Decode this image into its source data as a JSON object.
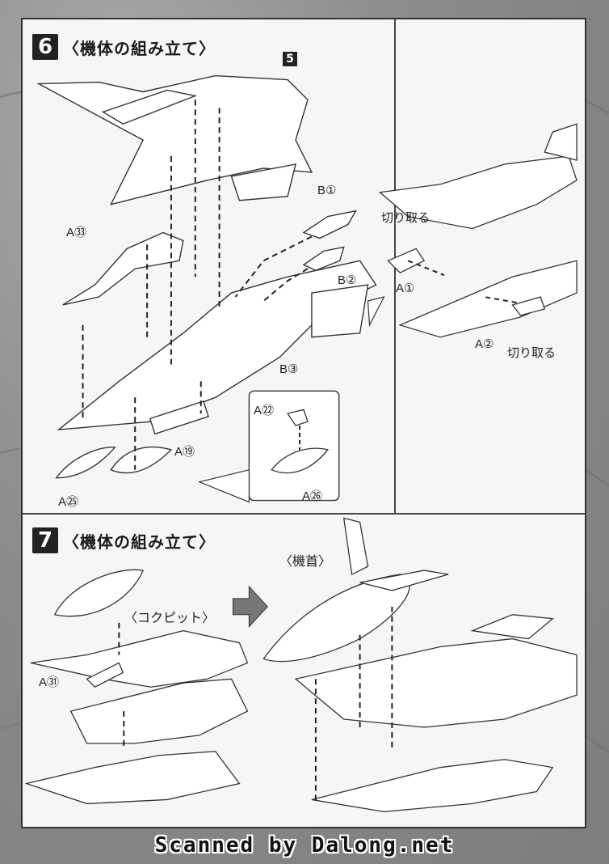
{
  "step6": {
    "number": "6",
    "title": "〈機体の組み立て〉"
  },
  "step7": {
    "number": "7",
    "title": "〈機体の組み立て〉"
  },
  "part_ref_5": "5",
  "labels6": {
    "b1": "B①",
    "b2": "B②",
    "b3": "B③",
    "a33": "A㉝",
    "a19": "A⑲",
    "a25": "A㉕",
    "a22": "A㉒",
    "a26": "A㉖"
  },
  "labels6r": {
    "cut1": "切り取る",
    "a1": "A①",
    "a2": "A②",
    "cut2": "切り取る"
  },
  "labels7": {
    "cockpit": "〈コクピット〉",
    "a31": "A㉛",
    "nose": "〈機首〉"
  },
  "footer": "Scanned by Dalong.net"
}
